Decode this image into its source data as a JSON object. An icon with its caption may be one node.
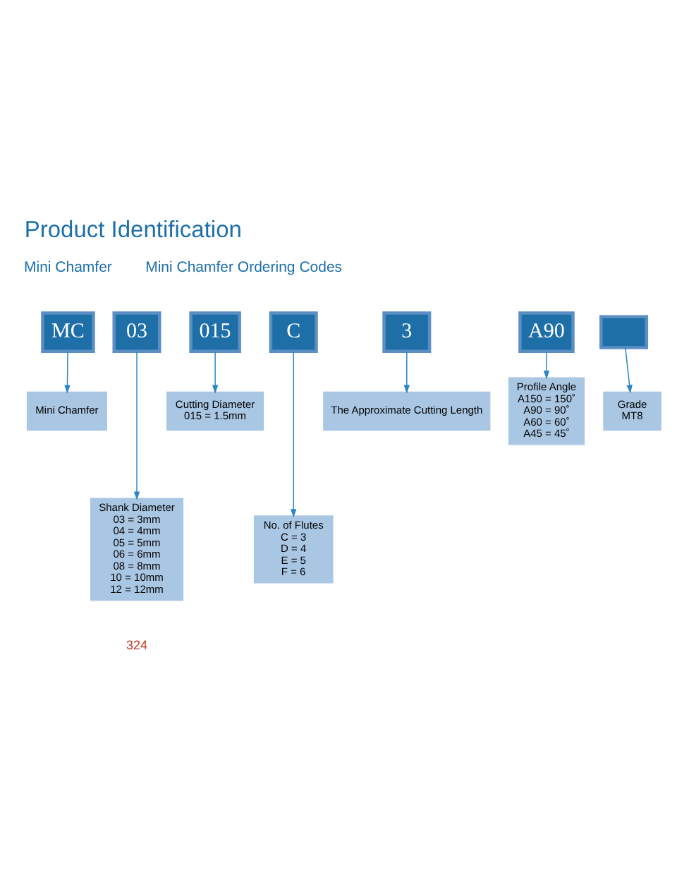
{
  "diagram": {
    "title": "Product Identification",
    "nodes": [
      {
        "text": [
          "MC"
        ]
      },
      {
        "text": [
          "03"
        ]
      },
      {
        "text": [
          "015"
        ]
      },
      {
        "text": [
          "C"
        ]
      },
      {
        "text": [
          "3"
        ]
      },
      {
        "text": [
          "A90"
        ]
      },
      {
        "text": [],
        "shape": "box"
      },
      {
        "text": [
          "Mini Chamfer"
        ]
      },
      {
        "text": [
          "Shank Diameter",
          "03 = 3mm",
          "04 = 4mm",
          "05 = 5mm",
          "06 = 6mm",
          "08 = 8mm",
          "10 = 10mm",
          "12 = 12mm"
        ]
      },
      {
        "text": [
          "Cutting Diameter",
          "015 = 1.5mm"
        ]
      },
      {
        "text": [
          "No. of Flutes",
          "C = 3",
          "D = 4",
          "E = 5",
          "F = 6"
        ]
      },
      {
        "text": [
          "The Approximate Cutting Length"
        ]
      },
      {
        "text": [
          "Profile Angle",
          "A150 = 150˚",
          "A90 = 90˚",
          "A60 = 60˚",
          "A45 = 45˚"
        ]
      },
      {
        "text": [
          "Grade",
          "MT8"
        ]
      }
    ],
    "edges": [
      {
        "from": 0,
        "to": 7,
        "arrow": "to"
      },
      {
        "from": 1,
        "to": 8,
        "arrow": "to"
      },
      {
        "from": 2,
        "to": 9,
        "arrow": "to"
      },
      {
        "from": 3,
        "to": 10,
        "arrow": "to"
      },
      {
        "from": 4,
        "to": 11,
        "arrow": "to"
      },
      {
        "from": 5,
        "to": 12,
        "arrow": "to"
      },
      {
        "from": 6,
        "to": 13,
        "arrow": "to"
      }
    ],
    "labels": [
      "Mini Chamfer",
      "Mini Chamfer Ordering Codes",
      "324"
    ]
  }
}
